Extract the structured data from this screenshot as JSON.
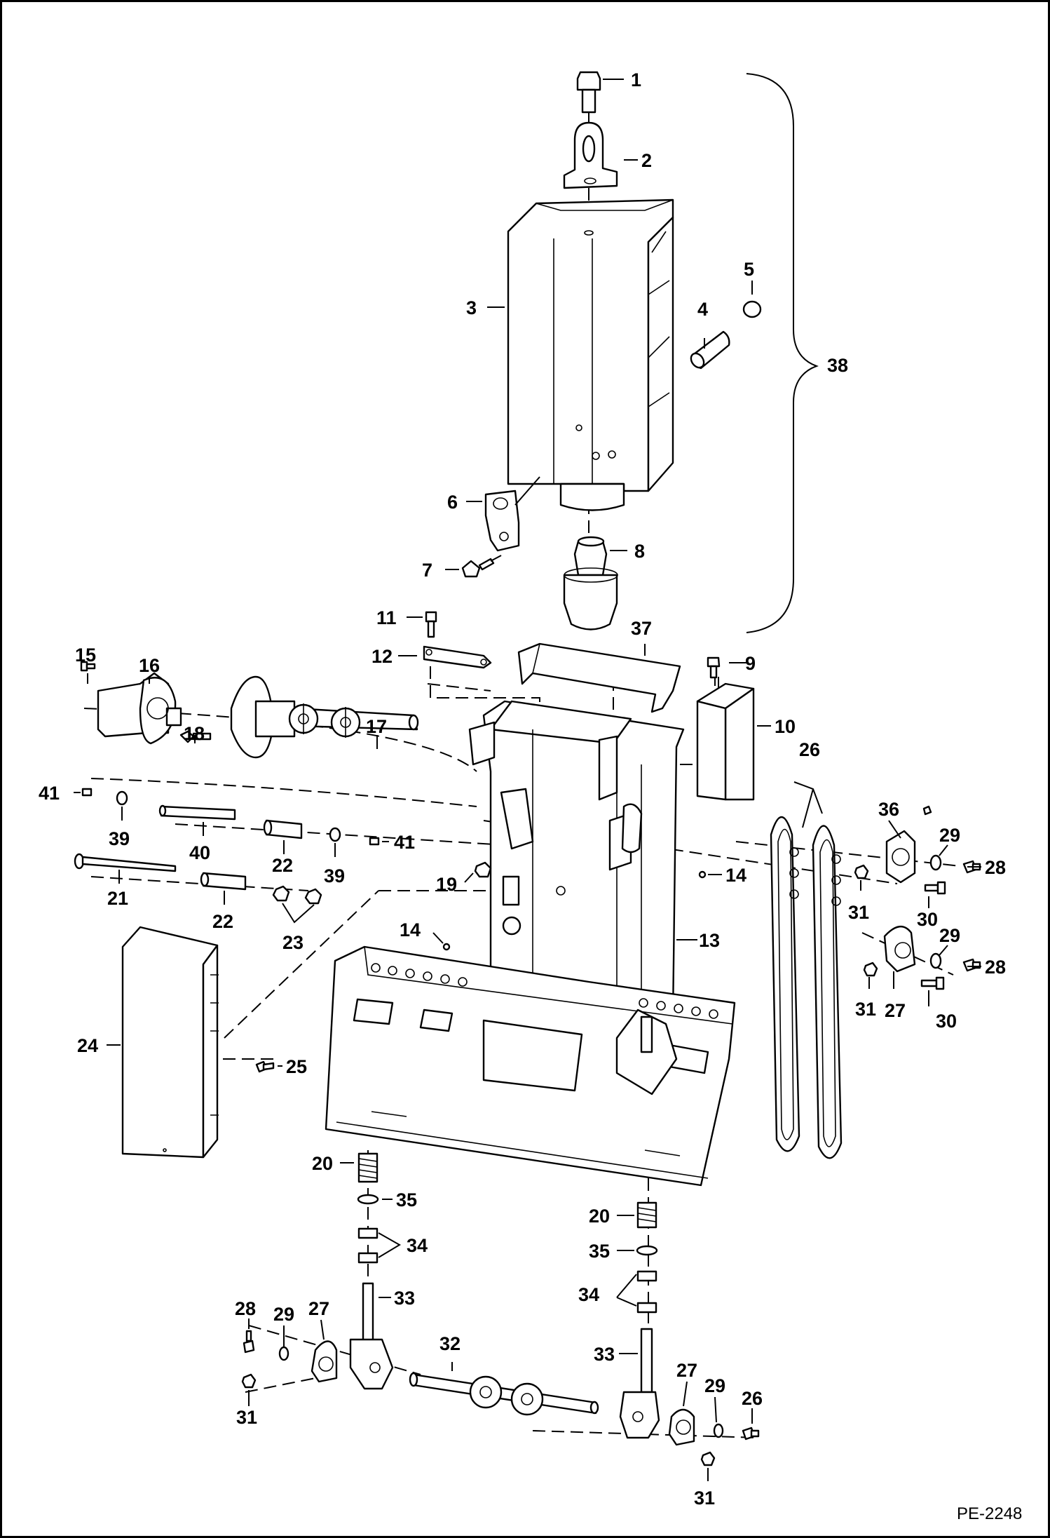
{
  "drawing": {
    "reference": "PE-2248",
    "callouts": {
      "c1": "1",
      "c2": "2",
      "c3": "3",
      "c4": "4",
      "c5": "5",
      "c6": "6",
      "c7": "7",
      "c8": "8",
      "c9": "9",
      "c10": "10",
      "c11": "11",
      "c12": "12",
      "c13": "13",
      "c14a": "14",
      "c14b": "14",
      "c15": "15",
      "c16": "16",
      "c17": "17",
      "c18": "18",
      "c19": "19",
      "c20a": "20",
      "c20b": "20",
      "c21": "21",
      "c22a": "22",
      "c22b": "22",
      "c23": "23",
      "c24": "24",
      "c25": "25",
      "c26a": "26",
      "c26b": "26",
      "c27a": "27",
      "c27b": "27",
      "c27c": "27",
      "c28a": "28",
      "c28b": "28",
      "c28c": "28",
      "c29a": "29",
      "c29b": "29",
      "c29c": "29",
      "c29d": "29",
      "c30a": "30",
      "c30b": "30",
      "c31a": "31",
      "c31b": "31",
      "c31c": "31",
      "c31d": "31",
      "c32": "32",
      "c33a": "33",
      "c33b": "33",
      "c34a": "34",
      "c34b": "34",
      "c35a": "35",
      "c35b": "35",
      "c36": "36",
      "c37": "37",
      "c38": "38",
      "c39a": "39",
      "c39b": "39",
      "c40": "40",
      "c41a": "41",
      "c41b": "41"
    }
  }
}
